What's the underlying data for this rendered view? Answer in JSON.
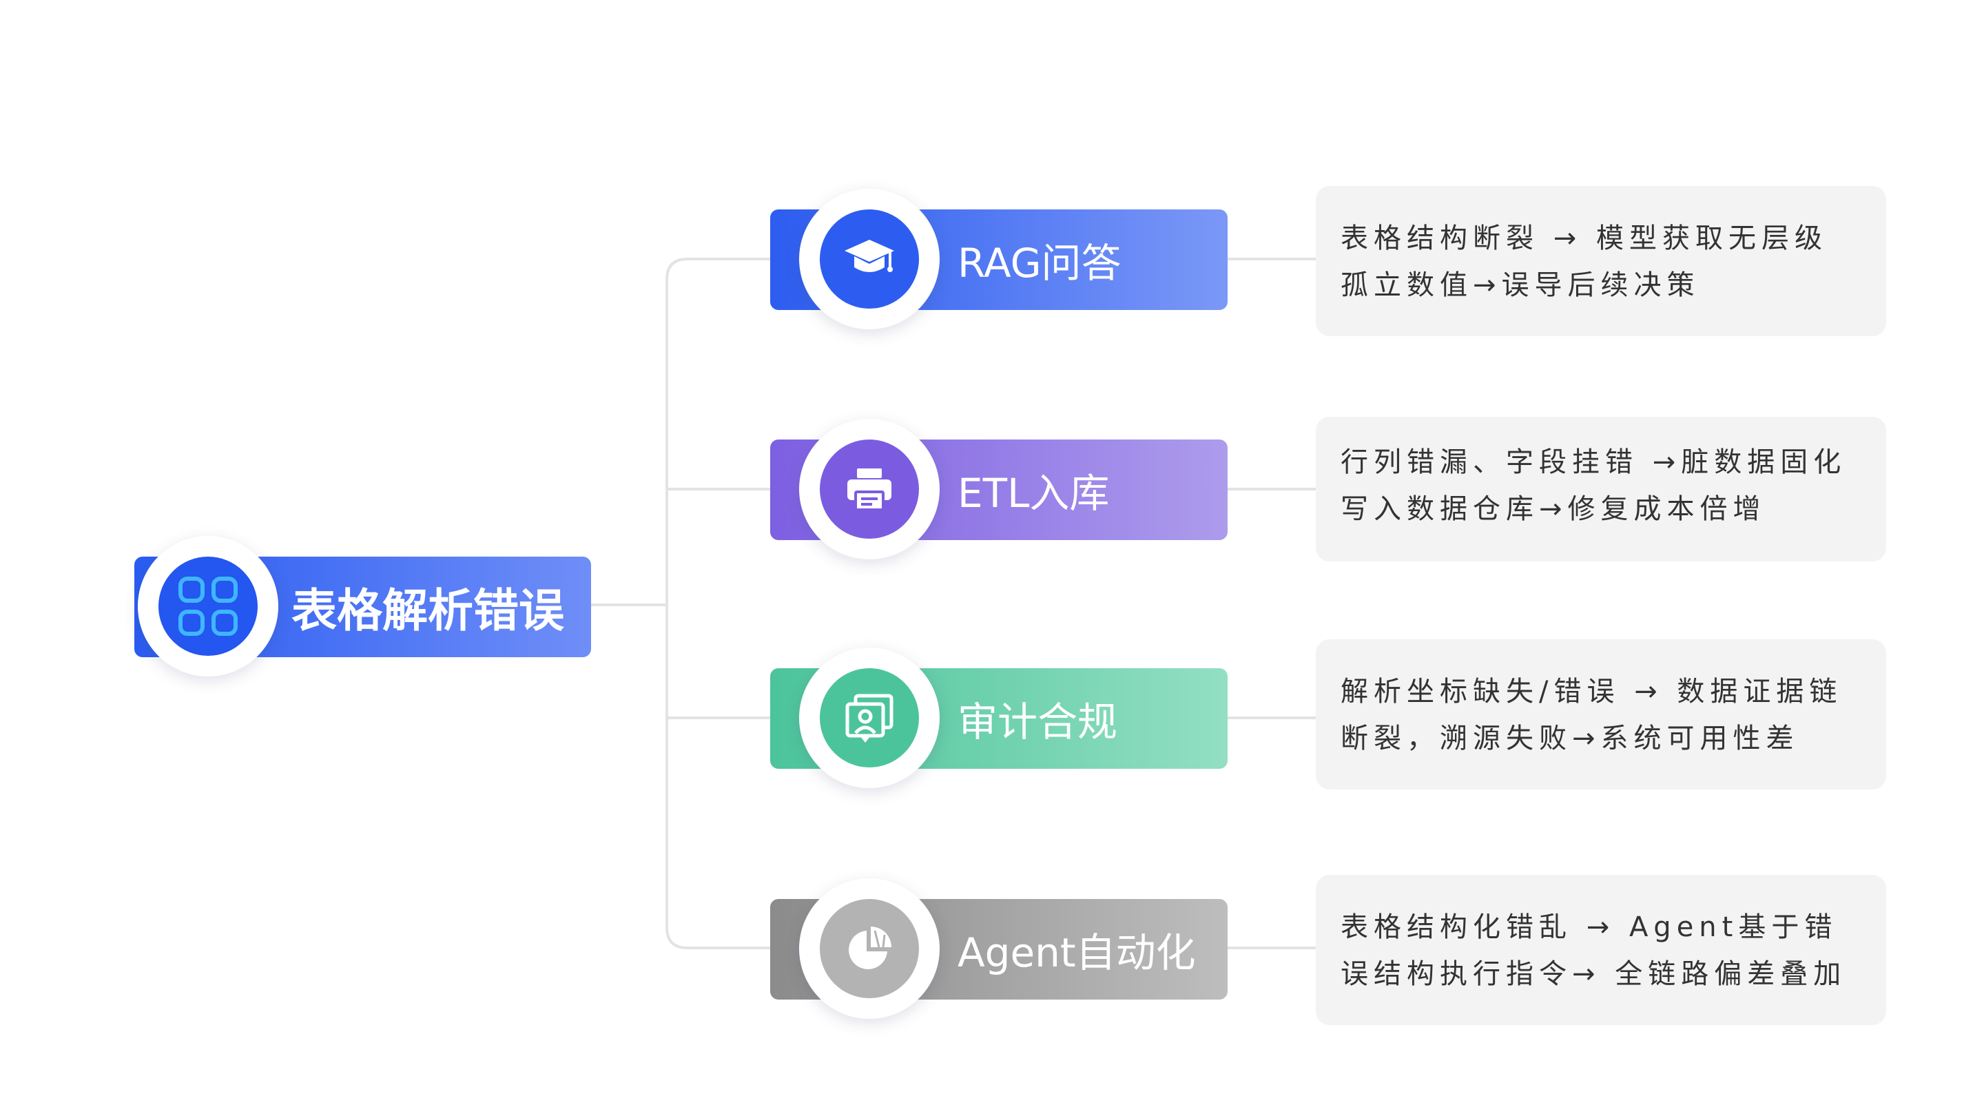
{
  "root": {
    "label": "表格解析错误",
    "icon": "grid-apps-icon",
    "color": "#2456f0"
  },
  "branches": [
    {
      "label": "RAG问答",
      "icon": "graduation-cap-icon",
      "color": "#2d5df0",
      "description": [
        "表格结构断裂 → 模型获取无层级",
        "孤立数值→误导后续决策"
      ]
    },
    {
      "label": "ETL入库",
      "icon": "printer-icon",
      "color": "#7b5ce0",
      "description": [
        "行列错漏、字段挂错 →脏数据固化",
        "写入数据仓库→修复成本倍增"
      ]
    },
    {
      "label": "审计合规",
      "icon": "audit-portrait-icon",
      "color": "#4cc49b",
      "description": [
        "解析坐标缺失/错误 → 数据证据链",
        "断裂，溯源失败→系统可用性差"
      ]
    },
    {
      "label": "Agent自动化",
      "icon": "pie-chart-icon",
      "color": "#b3b3b3",
      "description": [
        "表格结构化错乱 → Agent基于错",
        "误结构执行指令→ 全链路偏差叠加"
      ]
    }
  ],
  "connector_color": "#e3e3e3"
}
